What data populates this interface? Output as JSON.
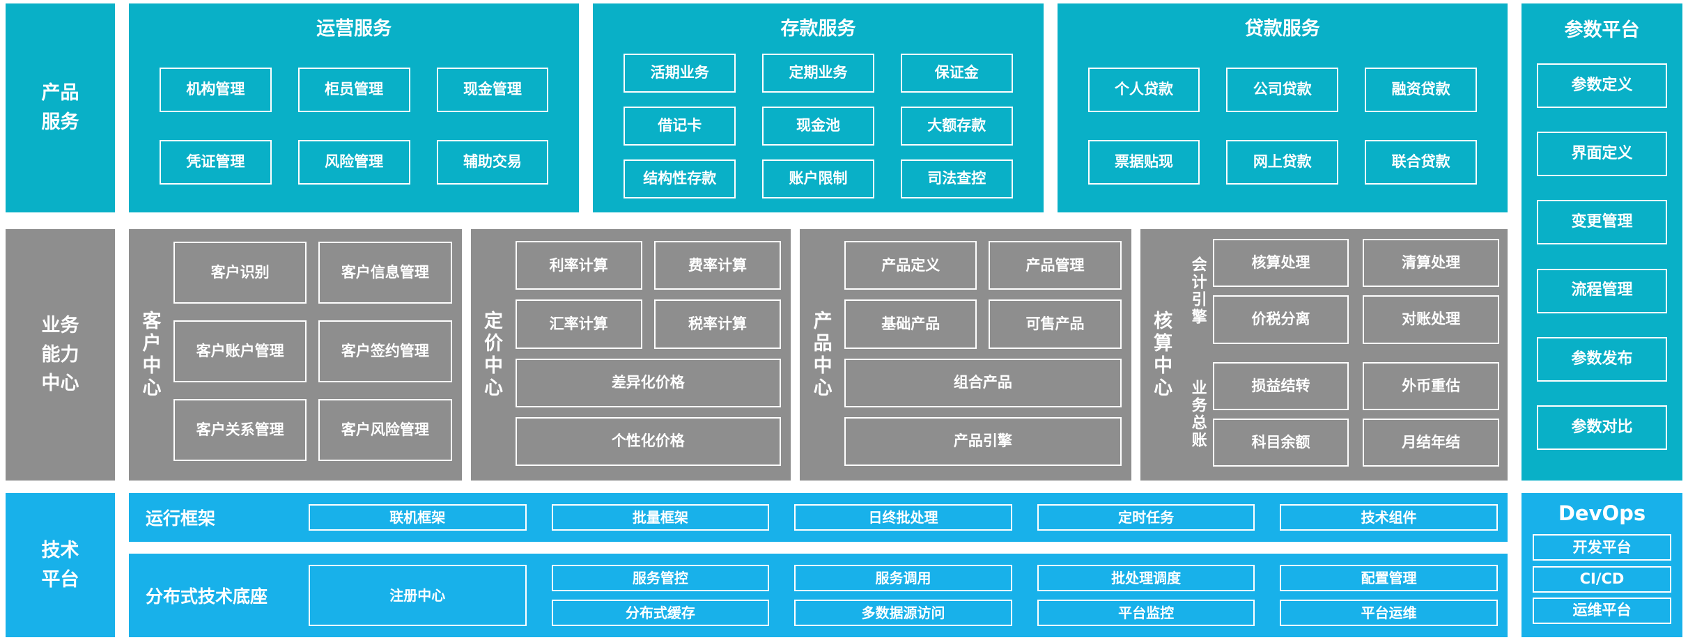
{
  "palette": {
    "teal": "#09B0C7",
    "gray": "#8E8E8E",
    "blue": "#18B1EA",
    "text": "#FFFFFF"
  },
  "rows": {
    "products": {
      "side_label": "产品\n服务",
      "sections": {
        "operations": {
          "title": "运营服务",
          "items": [
            "机构管理",
            "柜员管理",
            "现金管理",
            "凭证管理",
            "风险管理",
            "辅助交易"
          ]
        },
        "deposits": {
          "title": "存款服务",
          "items": [
            "活期业务",
            "定期业务",
            "保证金",
            "借记卡",
            "现金池",
            "大额存款",
            "结构性存款",
            "账户限制",
            "司法查控"
          ]
        },
        "loans": {
          "title": "贷款服务",
          "items": [
            "个人贷款",
            "公司贷款",
            "融资贷款",
            "票据贴现",
            "网上贷款",
            "联合贷款"
          ]
        }
      }
    },
    "capabilities": {
      "side_label": "业务\n能力\n中心",
      "groups": {
        "customer": {
          "label": "客户中心",
          "items": [
            "客户识别",
            "客户信息管理",
            "客户账户管理",
            "客户签约管理",
            "客户关系管理",
            "客户风险管理"
          ]
        },
        "pricing": {
          "label": "定价中心",
          "items": [
            "利率计算",
            "费率计算",
            "汇率计算",
            "税率计算"
          ],
          "wide_items": [
            "差异化价格",
            "个性化价格"
          ]
        },
        "product": {
          "label": "产品中心",
          "items": [
            "产品定义",
            "产品管理",
            "基础产品",
            "可售产品"
          ],
          "wide_items": [
            "组合产品",
            "产品引擎"
          ]
        },
        "accounting": {
          "label": "核算中心",
          "subgroups": {
            "engine": {
              "label": "会计引擎",
              "items": [
                "核算处理",
                "清算处理",
                "价税分离",
                "对账处理"
              ]
            },
            "ledger": {
              "label": "业务总账",
              "items": [
                "损益结转",
                "外币重估",
                "科目余额",
                "月结年结"
              ]
            }
          }
        }
      }
    },
    "technology": {
      "side_label": "技术\n平台",
      "runtime": {
        "label": "运行框架",
        "items": [
          "联机框架",
          "批量框架",
          "日终批处理",
          "定时任务",
          "技术组件"
        ]
      },
      "distributed": {
        "label": "分布式技术底座",
        "tall_item": "注册中心",
        "pairs": [
          [
            "服务管控",
            "分布式缓存"
          ],
          [
            "服务调用",
            "多数据源访问"
          ],
          [
            "批处理调度",
            "平台监控"
          ],
          [
            "配置管理",
            "平台运维"
          ]
        ]
      }
    }
  },
  "param_platform": {
    "title": "参数平台",
    "items": [
      "参数定义",
      "界面定义",
      "变更管理",
      "流程管理",
      "参数发布",
      "参数对比"
    ]
  },
  "devops": {
    "title": "DevOps",
    "items": [
      "开发平台",
      "CI/CD",
      "运维平台"
    ]
  }
}
